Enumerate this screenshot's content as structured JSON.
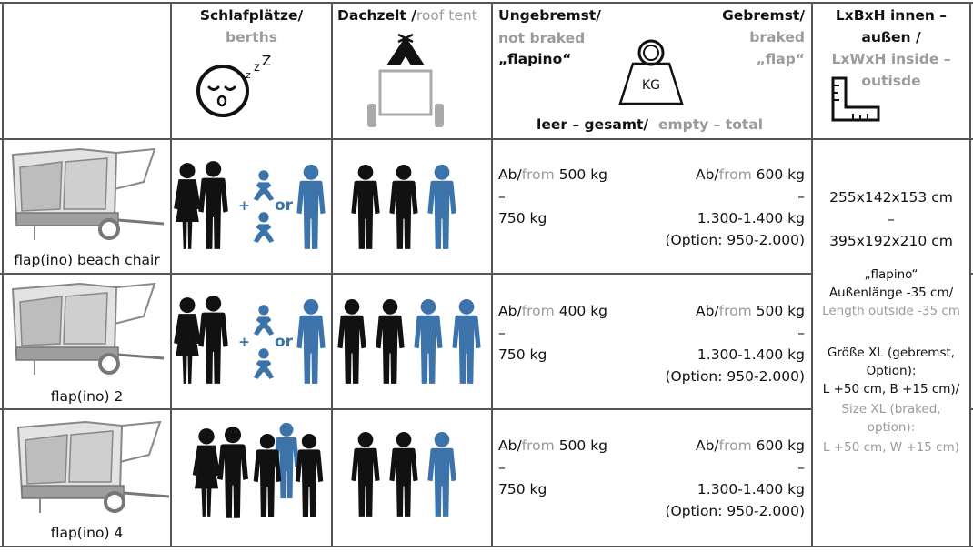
{
  "header": {
    "berths_de": "Schlafplätze/",
    "berths_en": "berths",
    "rooftent_de": "Dachzelt /",
    "rooftent_en": "roof tent",
    "unbraked_de": "Ungebremst/",
    "unbraked_en": "not braked",
    "unbraked_model": "„flapino“",
    "braked_de": "Gebremst/",
    "braked_en": "braked",
    "braked_model": "„flap“",
    "weight_label": "KG",
    "empty_total_de": "leer – gesamt/",
    "empty_total_en": "empty – total",
    "dims_de_1": "LxBxH innen –",
    "dims_de_2": "außen /",
    "dims_en_1": "LxWxH inside –",
    "dims_en_2": "outisde"
  },
  "models": [
    {
      "name": "flap(ino) beach chair",
      "unbraked_ab": "Ab/",
      "unbraked_from": "from",
      "unbraked_min": "500 kg",
      "unbraked_dash": "–",
      "unbraked_max": "750 kg",
      "braked_ab": "Ab/",
      "braked_from": "from",
      "braked_min": "600 kg",
      "braked_dash": "–",
      "braked_max": "1.300-1.400 kg",
      "braked_option": "(Option: 950-2.000)"
    },
    {
      "name": "flap(ino) 2",
      "unbraked_ab": "Ab/",
      "unbraked_from": "from",
      "unbraked_min": "400 kg",
      "unbraked_dash": "–",
      "unbraked_max": "750 kg",
      "braked_ab": "Ab/",
      "braked_from": "from",
      "braked_min": "500 kg",
      "braked_dash": "–",
      "braked_max": "1.300-1.400 kg",
      "braked_option": "(Option: 950-2.000)"
    },
    {
      "name": "flap(ino) 4",
      "unbraked_ab": "Ab/",
      "unbraked_from": "from",
      "unbraked_min": "500 kg",
      "unbraked_dash": "–",
      "unbraked_max": "750 kg",
      "braked_ab": "Ab/",
      "braked_from": "from",
      "braked_min": "600 kg",
      "braked_dash": "–",
      "braked_max": "1.300-1.400 kg",
      "braked_option": "(Option: 950-2.000)"
    }
  ],
  "or_label": "or",
  "plus_label": "+",
  "dims": {
    "inside": "255x142x153 cm",
    "dash": "–",
    "outside": "395x192x210 cm",
    "flapino_label": "„flapino“",
    "flapino_de": "Außenlänge -35 cm/",
    "flapino_en": "Length outside -35 cm",
    "xl_de_1": "Größe XL (gebremst,",
    "xl_de_2": "Option):",
    "xl_de_3": "L +50 cm, B +15 cm)/",
    "xl_en_1": "Size XL (braked,",
    "xl_en_2": "option):",
    "xl_en_3": "L +50 cm, W +15 cm)"
  },
  "colors": {
    "blue": "#3b73aa",
    "black": "#111111",
    "grey": "#9b9b9b",
    "border": "#555555"
  },
  "icons": [
    "sleeping-face-icon",
    "tent-trailer-icon",
    "kg-weight-icon",
    "ruler-square-icon",
    "person-icon",
    "baby-icon",
    "trailer-icon"
  ]
}
